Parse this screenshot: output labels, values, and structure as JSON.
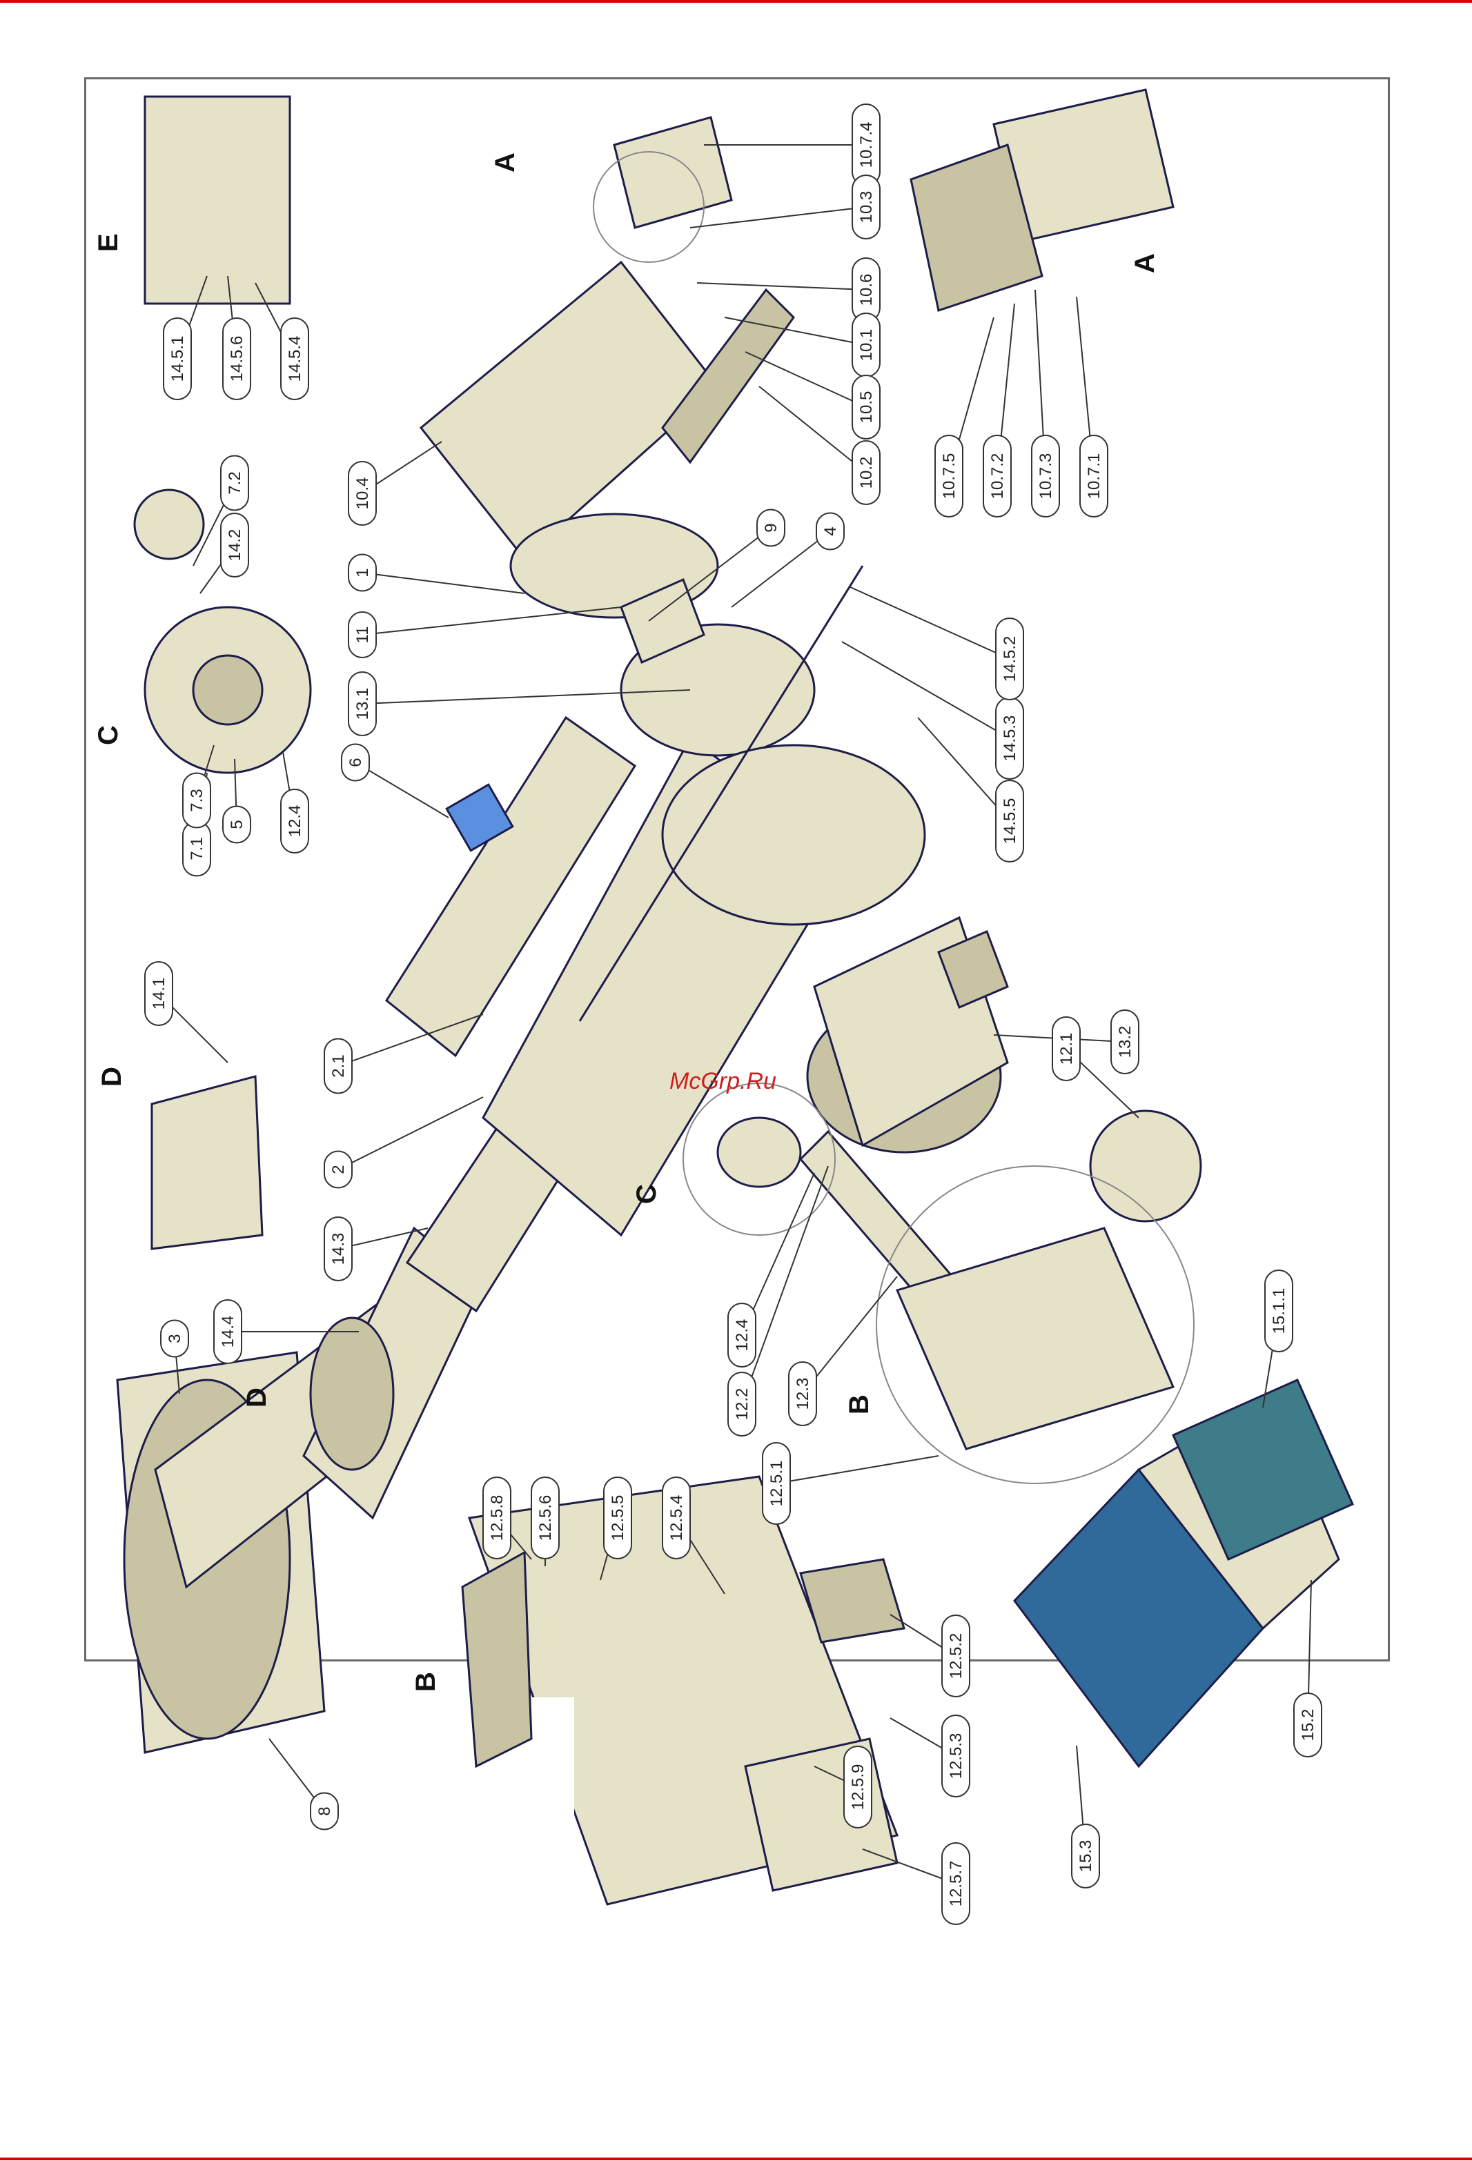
{
  "colors": {
    "rule": "#d90000",
    "body": "#e6e2c8",
    "shade": "#c8c3a2",
    "outline": "#1d1d4a",
    "panel_blue": "#2f6a9a",
    "panel_green": "#3f7c8a",
    "accent_blue": "#5b8fe0",
    "watermark": "#cc1f1f"
  },
  "watermark": "McGrp.Ru",
  "detail_letters": {
    "A_top": "A",
    "A_detail": "A",
    "B_main": "B",
    "B_detail": "B",
    "C_main": "C",
    "C_detail": "C",
    "D_main": "D",
    "D_detail": "D",
    "E_detail": "E"
  },
  "callouts": [
    "14.5.1",
    "14.5.6",
    "14.5.4",
    "7.2",
    "14.2",
    "7.1",
    "7.3",
    "5",
    "12.4",
    "6",
    "10.4",
    "1",
    "11",
    "13.1",
    "9",
    "4",
    "10.7.4",
    "10.3",
    "10.6",
    "10.1",
    "10.5",
    "10.2",
    "10.7.5",
    "10.7.2",
    "10.7.3",
    "10.7.1",
    "14.1",
    "2.1",
    "2",
    "14.3",
    "14.4",
    "3",
    "14.5.5",
    "14.5.3",
    "14.5.2",
    "13.2",
    "12.1",
    "12.4",
    "12.2",
    "12.3",
    "12.5.1",
    "15.1.1",
    "15.2",
    "15.3",
    "12.5.8",
    "12.5.6",
    "12.5.5",
    "12.5.4",
    "12.5.2",
    "12.5.3",
    "12.5.9",
    "12.5.7",
    "8"
  ]
}
